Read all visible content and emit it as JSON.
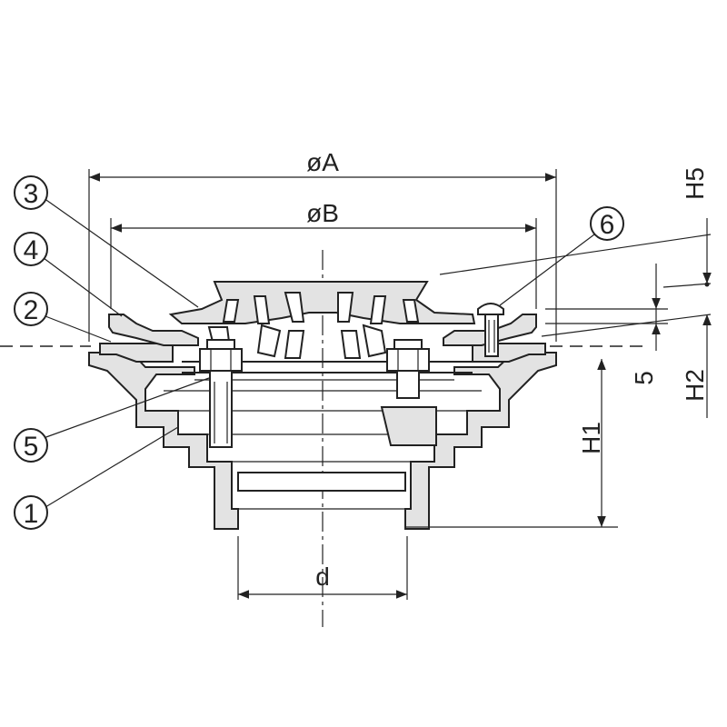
{
  "dimensions": {
    "diameter_a": "øA",
    "diameter_b": "øB",
    "h5": "H5",
    "h2": "H2",
    "h1": "H1",
    "five": "5",
    "d": "d"
  },
  "callouts": [
    "1",
    "2",
    "3",
    "4",
    "5",
    "6"
  ],
  "colors": {
    "line": "#222222",
    "section_fill": "#e3e3e3",
    "background": "#ffffff"
  }
}
